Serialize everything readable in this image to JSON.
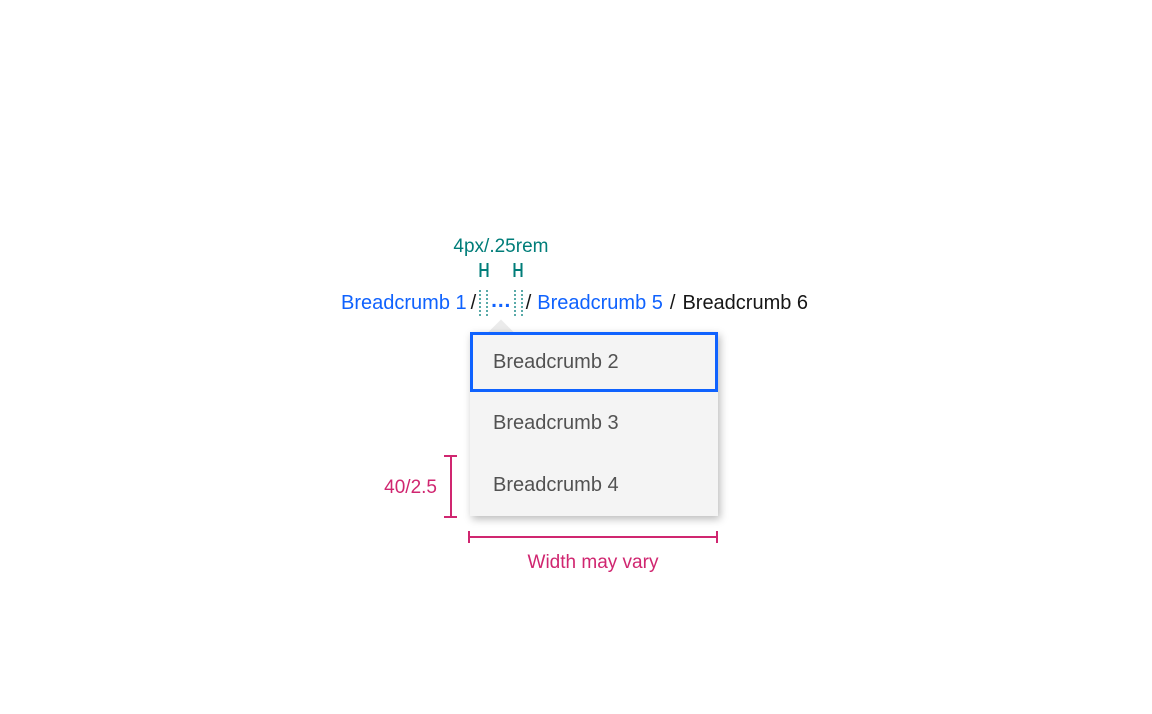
{
  "colors": {
    "link_blue": "#0f62fe",
    "focus_border_blue": "#0f62fe",
    "annotation_teal": "#007d79",
    "annotation_magenta": "#d02670",
    "menu_background": "#f4f4f4",
    "menu_text": "#525252",
    "current_crumb_text": "#161616",
    "caret_gray": "#ebebeb"
  },
  "annotations": {
    "spacing_label": "4px/.25rem",
    "menu_item_height_label": "40/2.5",
    "menu_width_label": "Width may vary"
  },
  "breadcrumb": {
    "separator": "/",
    "overflow_icon": "ellipsis",
    "overflow_label": "…",
    "items": [
      {
        "label": "Breadcrumb 1",
        "type": "link"
      },
      {
        "label": "Breadcrumb 5",
        "type": "link"
      },
      {
        "label": "Breadcrumb 6",
        "type": "current"
      }
    ]
  },
  "overflow_menu": {
    "items": [
      {
        "label": "Breadcrumb 2",
        "focused": true
      },
      {
        "label": "Breadcrumb 3",
        "focused": false
      },
      {
        "label": "Breadcrumb 4",
        "focused": false
      }
    ]
  }
}
